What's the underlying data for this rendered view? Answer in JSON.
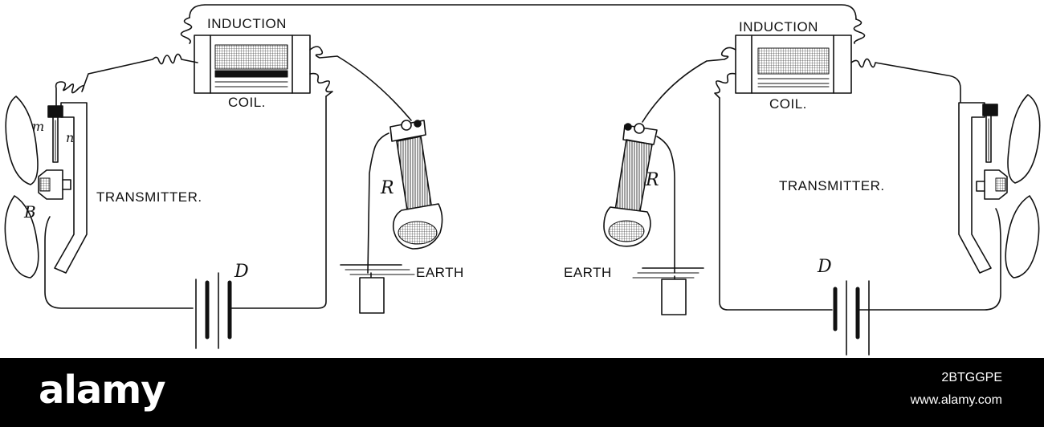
{
  "diagram": {
    "left": {
      "coil_top_label": "INDUCTION",
      "coil_bottom_label": "COIL.",
      "transmitter_label": "TRANSMITTER.",
      "earth_label": "EARTH",
      "receiver_letter": "R",
      "battery_letter": "D",
      "part_m": "m",
      "part_n": "n",
      "part_b": "B"
    },
    "right": {
      "coil_top_label": "INDUCTION",
      "coil_bottom_label": "COIL.",
      "transmitter_label": "TRANSMITTER.",
      "earth_label": "EARTH",
      "receiver_letter": "R",
      "battery_letter": "D"
    }
  },
  "footer": {
    "brand": "alamy",
    "image_code": "2BTGGPE",
    "site": "www.alamy.com"
  },
  "colors": {
    "ink": "#111111",
    "footer_bg": "#000000",
    "footer_text": "#ffffff"
  }
}
